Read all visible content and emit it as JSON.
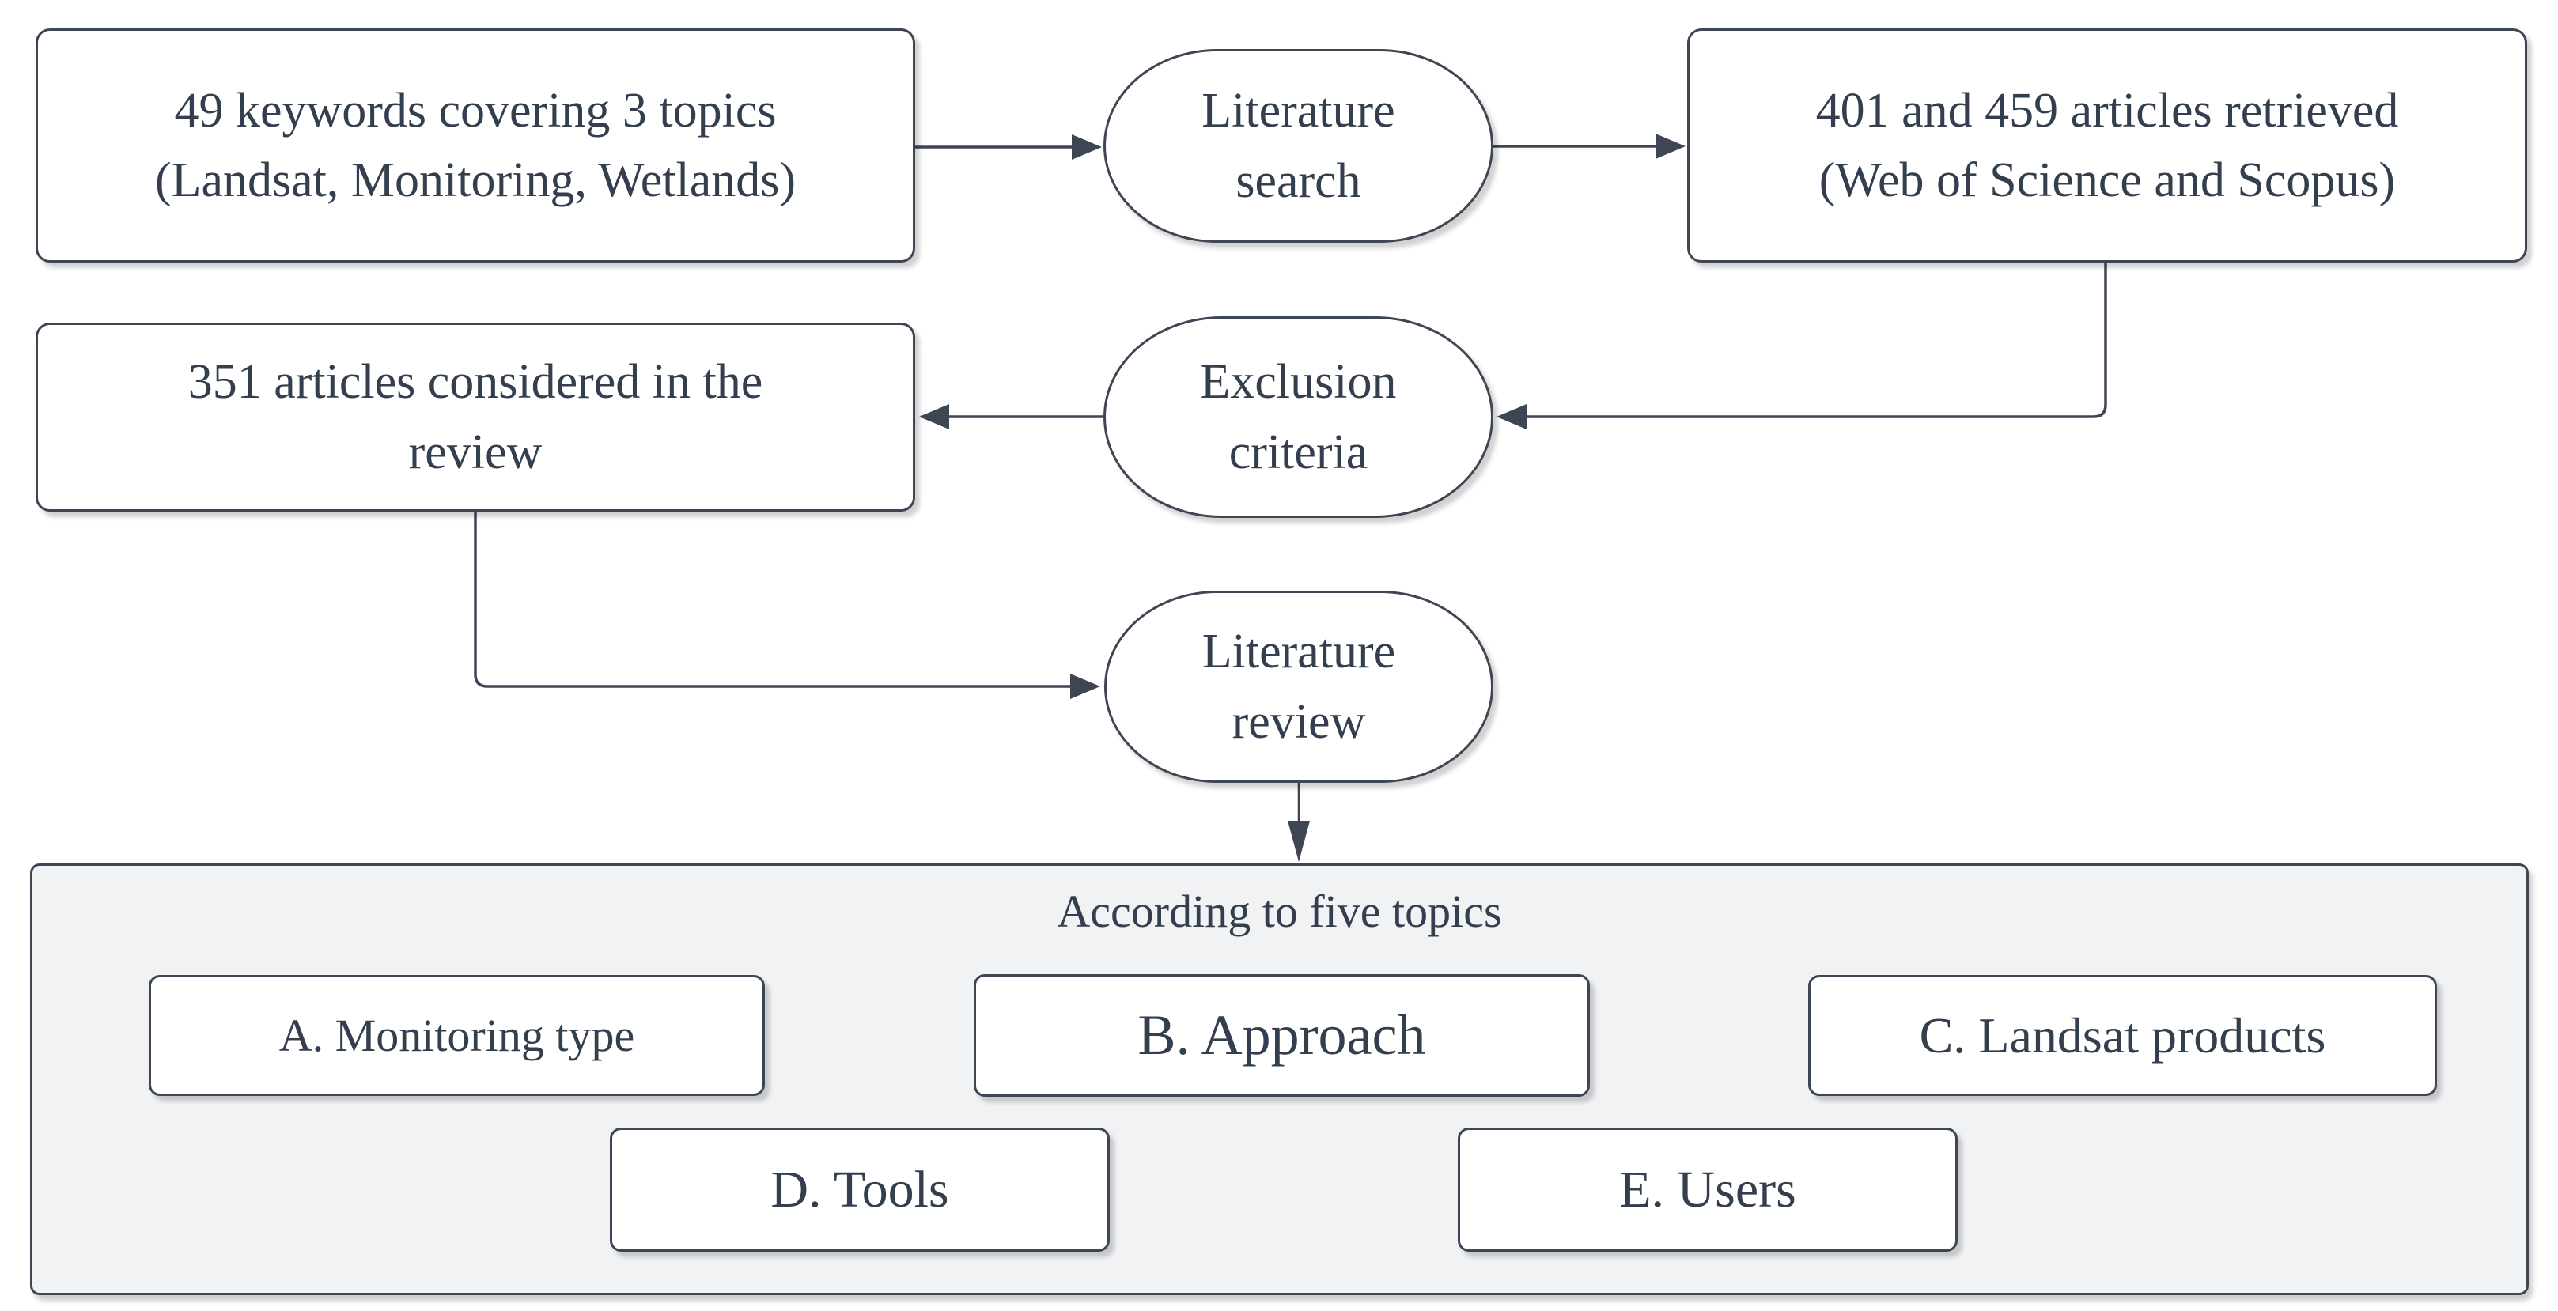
{
  "diagram": {
    "nodes": {
      "keywords": {
        "line1": "49 keywords covering 3 topics",
        "line2": "(Landsat, Monitoring, Wetlands)"
      },
      "literature_search": {
        "line1": "Literature",
        "line2": "search"
      },
      "articles_retrieved": {
        "line1": "401 and 459 articles retrieved",
        "line2": "(Web of Science and Scopus)"
      },
      "articles_considered": {
        "line1": "351 articles considered in the",
        "line2": "review"
      },
      "exclusion_criteria": {
        "line1": "Exclusion",
        "line2": "criteria"
      },
      "literature_review": {
        "line1": "Literature",
        "line2": "review"
      }
    },
    "topics_panel": {
      "title": "According to five topics",
      "topics": [
        {
          "label": "A. Monitoring type"
        },
        {
          "label": "B. Approach"
        },
        {
          "label": "C. Landsat products"
        },
        {
          "label": "D. Tools"
        },
        {
          "label": "E. Users"
        }
      ]
    },
    "colors": {
      "stroke": "#3e4654",
      "text": "#333e4e",
      "node_fill": "#ffffff",
      "panel_fill": "#f1f2f4"
    }
  }
}
